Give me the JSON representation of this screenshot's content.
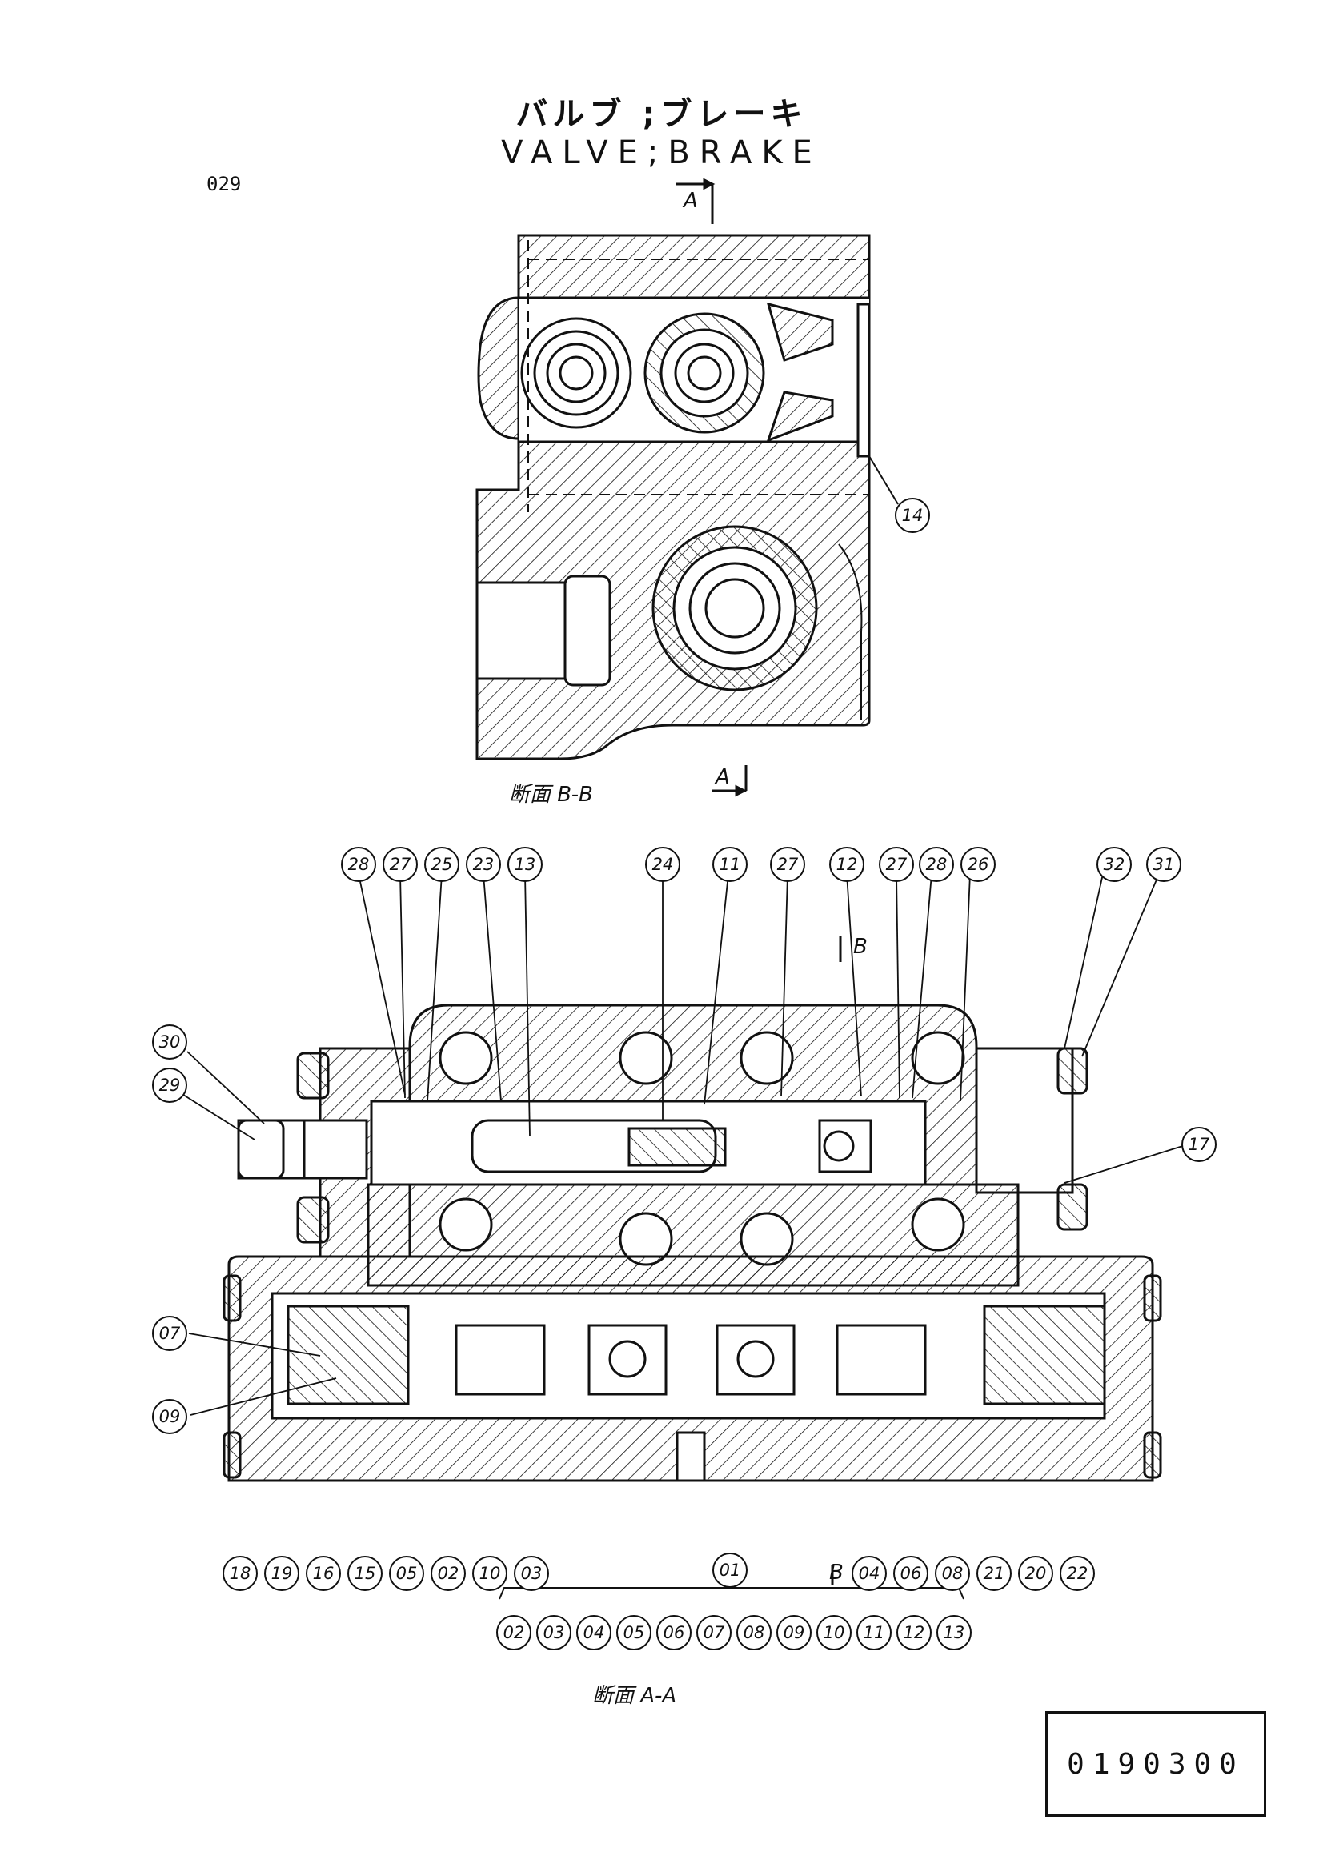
{
  "title": {
    "japanese": "バルブ ;ブレーキ",
    "english": "VALVE;BRAKE"
  },
  "page_code": "029",
  "section_bb_label": "断面 B-B",
  "section_aa_label": "断面 A-A",
  "cut_markers": {
    "a_top": "A",
    "a_bottom": "A",
    "b_top": "B",
    "b_bottom": "B"
  },
  "callouts": {
    "c14": "14",
    "c28a": "28",
    "c27a": "27",
    "c25": "25",
    "c23": "23",
    "c13": "13",
    "c24": "24",
    "c11": "11",
    "c27b": "27",
    "c12": "12",
    "c27c": "27",
    "c28b": "28",
    "c26": "26",
    "c32": "32",
    "c31": "31",
    "c30": "30",
    "c29": "29",
    "c17": "17",
    "c07": "07",
    "c09": "09",
    "c18": "18",
    "c19": "19",
    "c16": "16",
    "c15": "15",
    "c05": "05",
    "c02": "02",
    "c10": "10",
    "c03": "03",
    "c04": "04",
    "c06": "06",
    "c08": "08",
    "c21": "21",
    "c20": "20",
    "c22": "22",
    "c01": "01"
  },
  "assembly_01_parts": [
    "02",
    "03",
    "04",
    "05",
    "06",
    "07",
    "08",
    "09",
    "10",
    "11",
    "12",
    "13"
  ],
  "document_number": "0190300",
  "colors": {
    "ink": "#111111",
    "paper": "#ffffff"
  }
}
